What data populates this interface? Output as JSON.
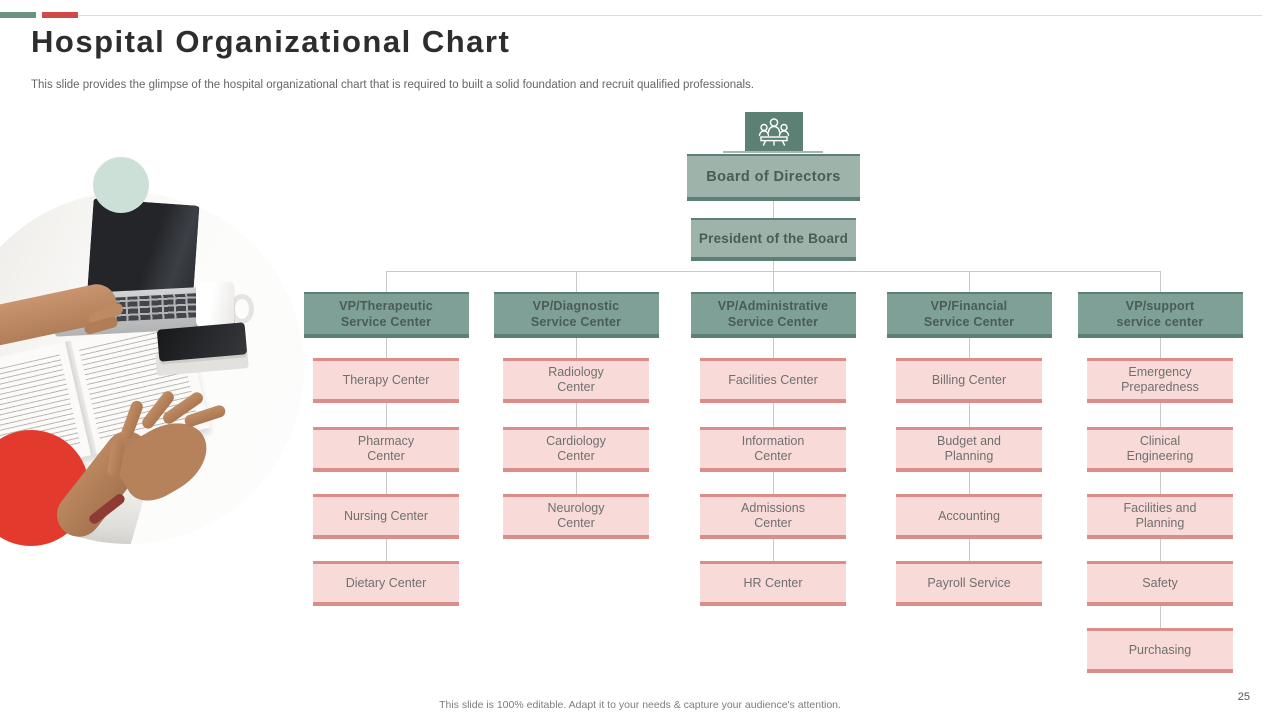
{
  "slide": {
    "title": "Hospital Organizational Chart",
    "subtitle": "This slide provides the glimpse of the hospital organizational chart that is required to built a solid foundation and recruit qualified professionals.",
    "footer": "This slide is 100% editable. Adapt it to your needs & capture your audience's attention.",
    "page_number": "25"
  },
  "colors": {
    "accent_green": "#6e9080",
    "accent_red": "#cf4a44",
    "circle_mint": "#cde0d8",
    "circle_red": "#e23b2e",
    "green_dark": "#5c8074",
    "green_fill": "#7fa096",
    "green_fill_light": "#9eb3aa",
    "green_text": "#4a5c56",
    "pink_fill": "#f8dbd8",
    "pink_border": "#db8e89",
    "pink_text": "#6f6f6f",
    "connector": "#c9c9c9"
  },
  "org_chart": {
    "root_icon": "team-icon",
    "level1": "Board of Directors",
    "level2": "President of the Board",
    "columns": [
      {
        "head": "VP/Therapeutic\nService Center",
        "items": [
          "Therapy Center",
          "Pharmacy\nCenter",
          "Nursing Center",
          "Dietary Center"
        ]
      },
      {
        "head": "VP/Diagnostic\nService Center",
        "items": [
          "Radiology\nCenter",
          "Cardiology\nCenter",
          "Neurology\nCenter"
        ]
      },
      {
        "head": "VP/Administrative\nService Center",
        "items": [
          "Facilities Center",
          "Information\nCenter",
          "Admissions\nCenter",
          "HR Center"
        ]
      },
      {
        "head": "VP/Financial\nService Center",
        "items": [
          "Billing Center",
          "Budget and\nPlanning",
          "Accounting",
          "Payroll Service"
        ]
      },
      {
        "head": "VP/support\nservice center",
        "items": [
          "Emergency\nPreparedness",
          "Clinical\nEngineering",
          "Facilities and\nPlanning",
          "Safety",
          "Purchasing"
        ]
      }
    ]
  }
}
